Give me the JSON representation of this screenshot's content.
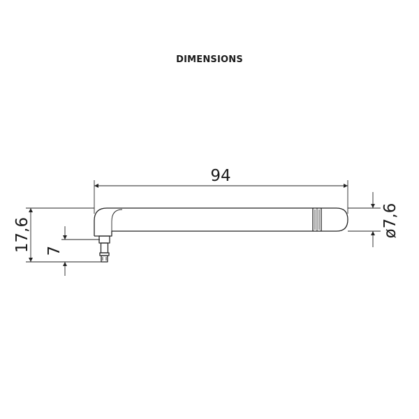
{
  "title": "DIMENSIONS",
  "dimensions": {
    "length": "94",
    "diameter": "ø7,6",
    "height": "17,6",
    "connector": "7"
  }
}
